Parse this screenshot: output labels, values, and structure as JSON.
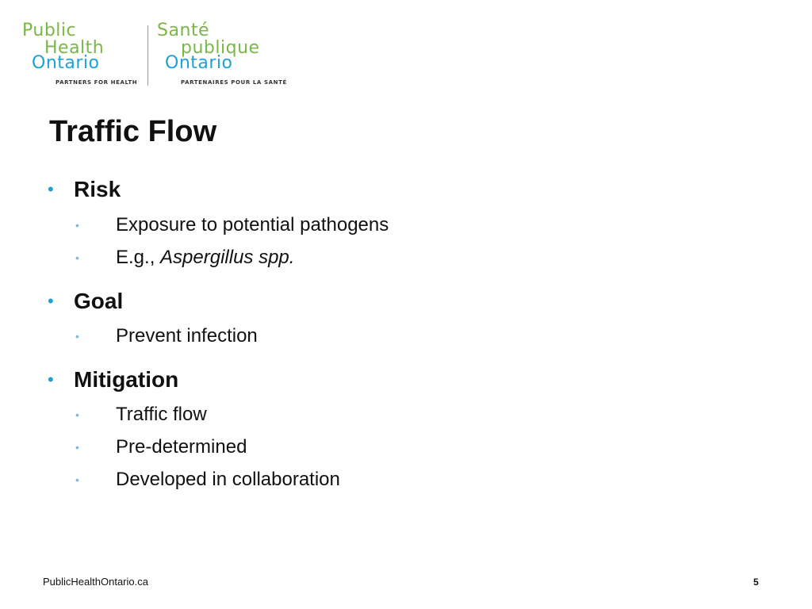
{
  "logo": {
    "en": {
      "line1": "Public",
      "line2": "Health",
      "line3": "Ontario",
      "tagline": "PARTNERS FOR HEALTH"
    },
    "fr": {
      "line1": "Santé",
      "line2": "publique",
      "line3": "Ontario",
      "tagline": "PARTENAIRES POUR LA SANTÉ"
    },
    "colors": {
      "green": "#7ab648",
      "blue": "#1aa3d4"
    }
  },
  "slide": {
    "title": "Traffic Flow",
    "sections": [
      {
        "heading": "Risk",
        "items": [
          {
            "text": "Exposure to potential pathogens"
          },
          {
            "prefix": "E.g., ",
            "italic": "Aspergillus spp."
          }
        ]
      },
      {
        "heading": "Goal",
        "items": [
          {
            "text": "Prevent infection"
          }
        ]
      },
      {
        "heading": "Mitigation",
        "items": [
          {
            "text": "Traffic flow"
          },
          {
            "text": "Pre-determined"
          },
          {
            "text": "Developed in collaboration"
          }
        ]
      }
    ]
  },
  "footer": {
    "website": "PublicHealthOntario.ca",
    "page_number": "5"
  },
  "theme": {
    "bullet_color": "#1aa3d4",
    "sub_bullet_color": "#7fb6d6",
    "text_color": "#111111"
  }
}
